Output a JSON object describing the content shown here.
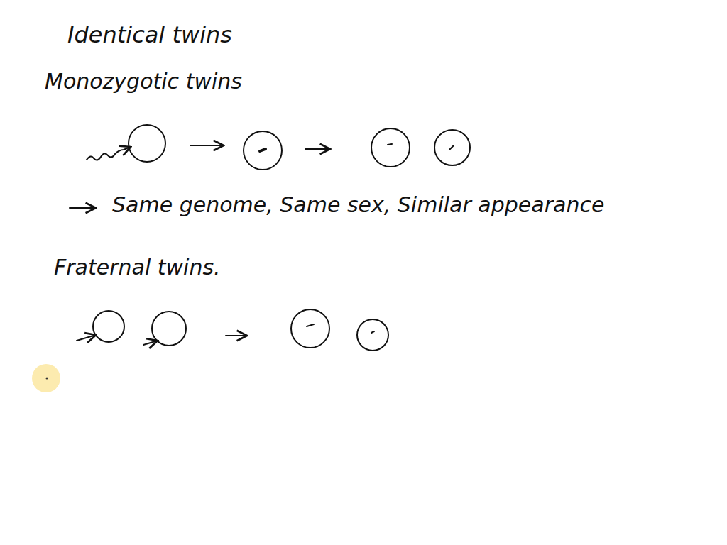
{
  "diagram": {
    "labels": [
      "Identical twins",
      "Monozygotic twins",
      "Same genome, Same sex, Similar appearance",
      "Fraternal twins."
    ]
  }
}
